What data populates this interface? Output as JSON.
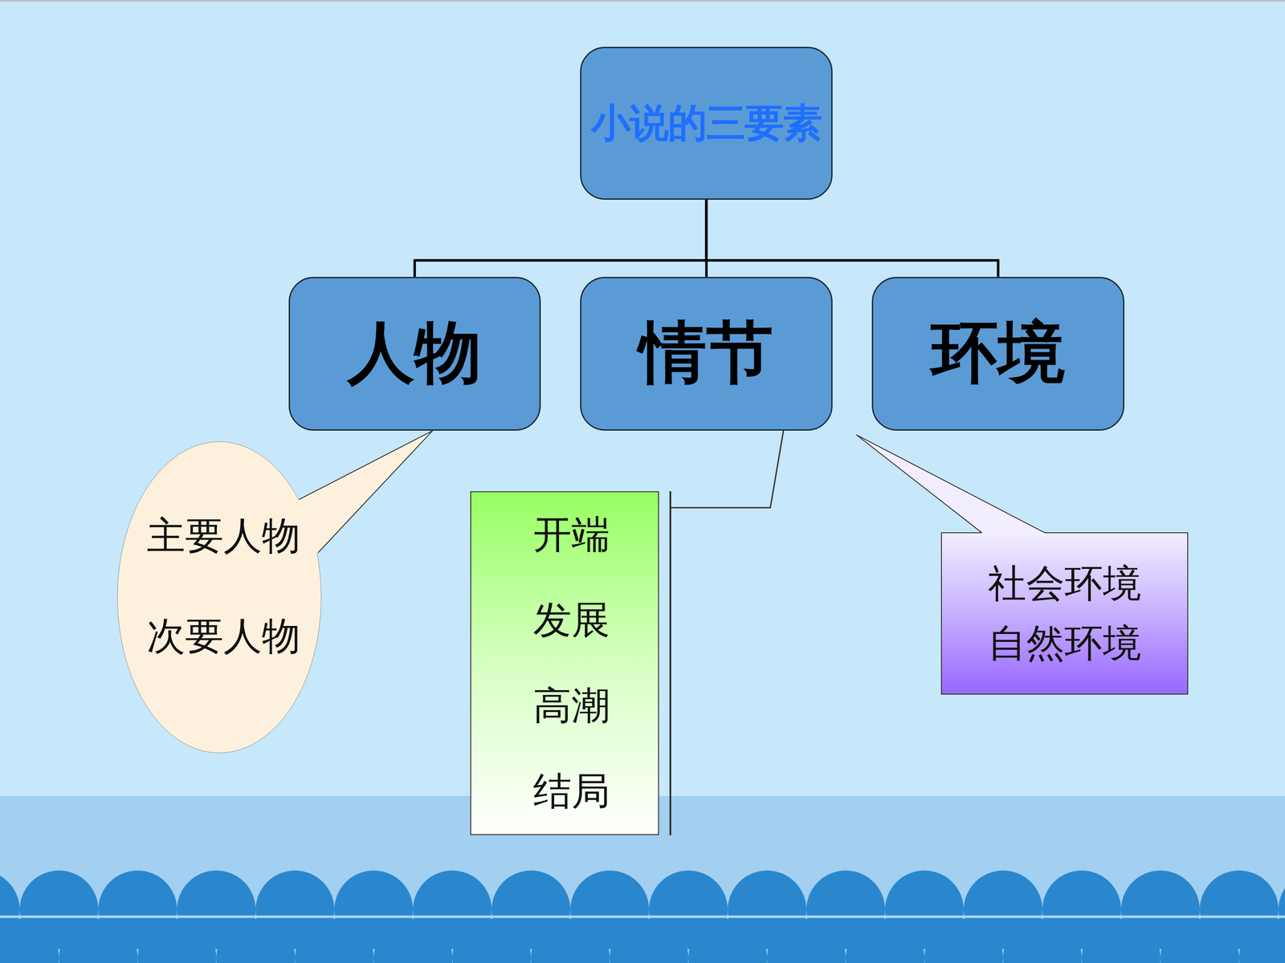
{
  "diagram": {
    "nodes": [
      {
        "text": [
          "小说的三要素"
        ]
      },
      {
        "text": [
          "人物"
        ]
      },
      {
        "text": [
          "情节"
        ]
      },
      {
        "text": [
          "环境"
        ]
      },
      {
        "text": [
          "主要人物",
          "次要人物"
        ]
      },
      {
        "text": [
          "开端",
          "发展",
          "高潮",
          "结局"
        ]
      },
      {
        "text": [
          "社会环境",
          "自然环境"
        ]
      }
    ],
    "edges": [
      {
        "from": 0,
        "to": 1,
        "arrow": "none"
      },
      {
        "from": 0,
        "to": 2,
        "arrow": "none"
      },
      {
        "from": 0,
        "to": 3,
        "arrow": "none"
      },
      {
        "from": 4,
        "to": 1,
        "arrow": "none"
      },
      {
        "from": 5,
        "to": 2,
        "arrow": "none"
      },
      {
        "from": 6,
        "to": 3,
        "arrow": "none"
      }
    ]
  }
}
